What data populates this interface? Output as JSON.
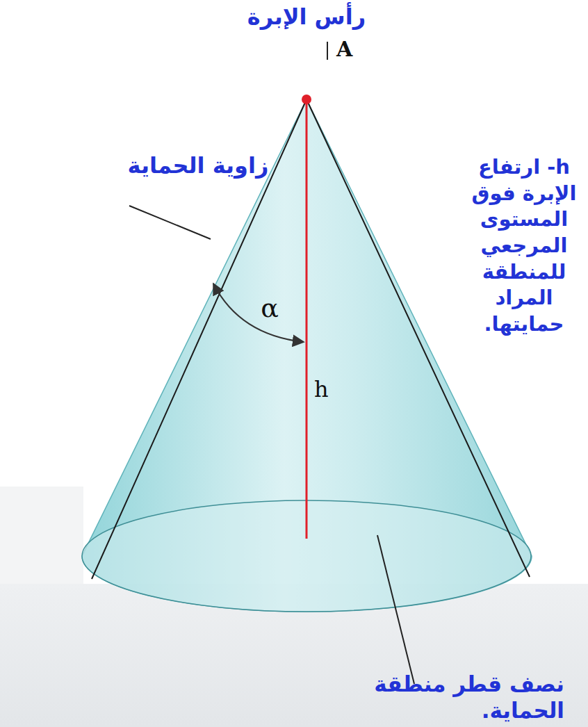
{
  "diagram": {
    "labels": [
      "رأس الإبرة",
      "A",
      "α",
      "h",
      "زاوية الحماية",
      "h- ارتفاع الإبرة فوق المستوى المرجعي للمنطقة المراد حمايتها.",
      "نصف قطر منطقة الحماية."
    ]
  }
}
